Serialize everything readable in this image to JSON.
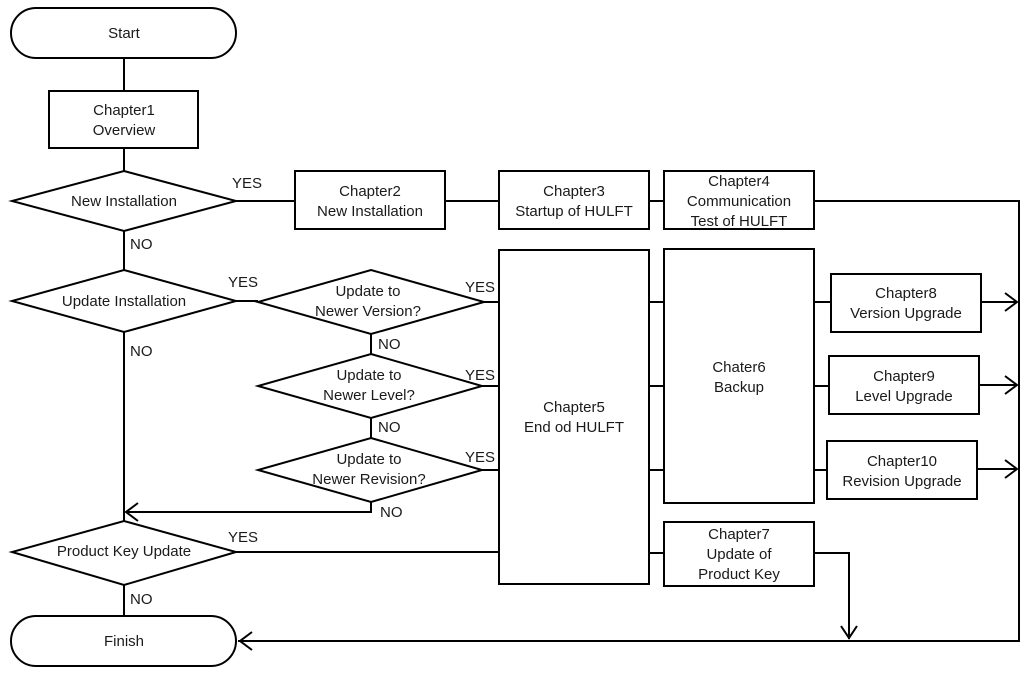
{
  "diagram": {
    "type": "flowchart",
    "colors": {
      "stroke": "#000000",
      "fill": "#ffffff",
      "text": "#1a1a1a"
    },
    "terminals": {
      "start": "Start",
      "finish": "Finish"
    },
    "nodes": {
      "ch1": {
        "title": "Chapter1",
        "subtitle": "Overview"
      },
      "ch2": {
        "title": "Chapter2",
        "subtitle": "New Installation"
      },
      "ch3": {
        "title": "Chapter3",
        "subtitle": "Startup of HULFT"
      },
      "ch4": {
        "title": "Chapter4",
        "line2": "Communication",
        "line3": "Test of HULFT"
      },
      "ch5": {
        "title": "Chapter5",
        "subtitle": "End od HULFT"
      },
      "ch6": {
        "title": "Chater6",
        "subtitle": "Backup"
      },
      "ch7": {
        "title": "Chapter7",
        "line2": "Update of",
        "line3": "Product Key"
      },
      "ch8": {
        "title": "Chapter8",
        "subtitle": "Version Upgrade"
      },
      "ch9": {
        "title": "Chapter9",
        "subtitle": "Level Upgrade"
      },
      "ch10": {
        "title": "Chapter10",
        "subtitle": "Revision Upgrade"
      }
    },
    "decisions": {
      "new_installation": {
        "text": "New Installation"
      },
      "update_installation": {
        "text": "Update Installation"
      },
      "newer_version": {
        "line1": "Update to",
        "line2": "Newer Version?"
      },
      "newer_level": {
        "line1": "Update to",
        "line2": "Newer Level?"
      },
      "newer_revision": {
        "line1": "Update to",
        "line2": "Newer Revision?"
      },
      "product_key_update": {
        "text": "Product Key Update"
      }
    },
    "branch_labels": {
      "yes": "YES",
      "no": "NO"
    }
  }
}
